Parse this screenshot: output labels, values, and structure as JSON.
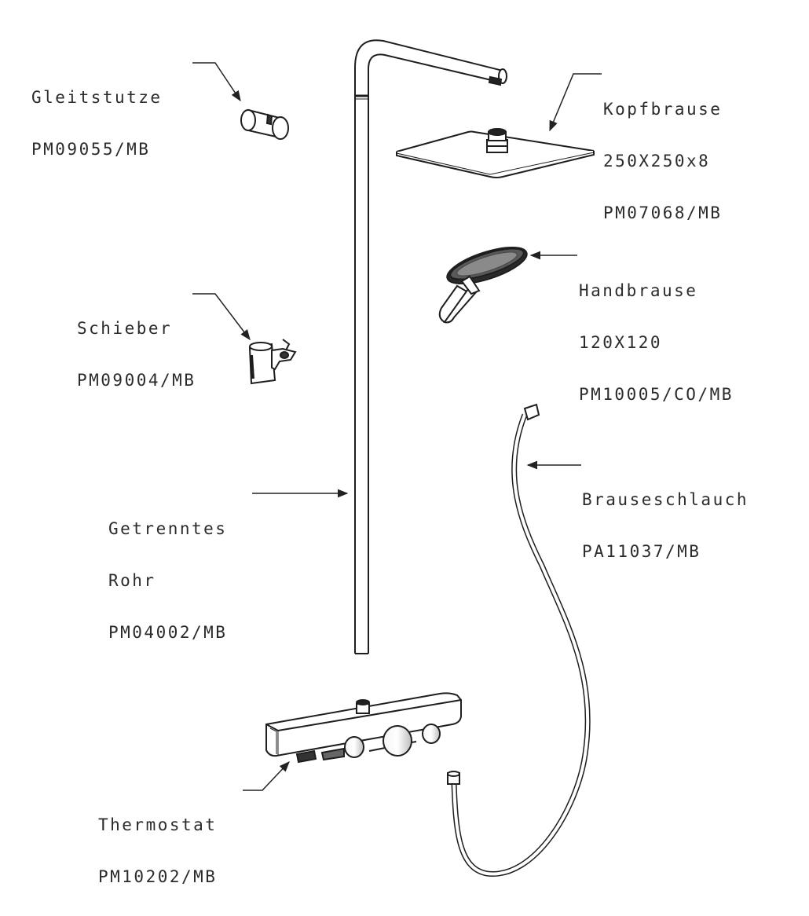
{
  "parts": {
    "gleitstutze": {
      "name": "Gleitstutze",
      "code": "PM09055/MB"
    },
    "kopfbrause": {
      "name": "Kopfbrause",
      "size": "250X250x8",
      "code": "PM07068/MB"
    },
    "handbrause": {
      "name": "Handbrause",
      "size": "120X120",
      "code": "PM10005/CO/MB"
    },
    "schieber": {
      "name": "Schieber",
      "code": "PM09004/MB"
    },
    "brauseschlauch": {
      "name": "Brauseschlauch",
      "code": "PA11037/MB"
    },
    "rohr": {
      "name1": "Getrenntes",
      "name2": "Rohr",
      "code": "PM04002/MB"
    },
    "thermostat": {
      "name": "Thermostat",
      "code": "PM10202/MB"
    }
  }
}
